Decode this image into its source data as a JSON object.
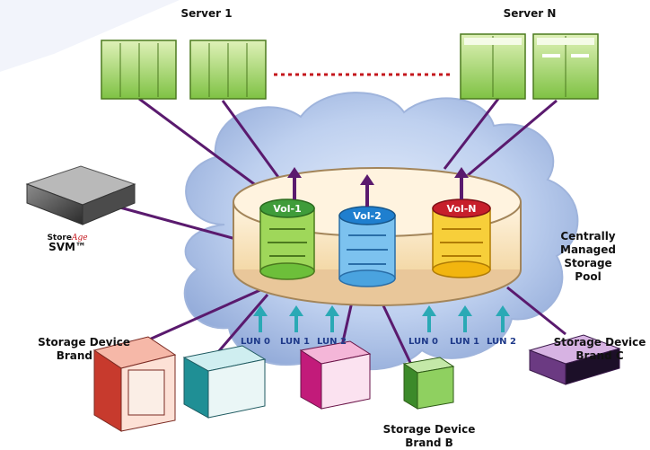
{
  "servers": {
    "first_label": "Server 1",
    "last_label": "Server N"
  },
  "svm": {
    "brand_store": "Store",
    "brand_age": "Age",
    "product": "SVM™"
  },
  "pool": {
    "label_line1": "Centrally",
    "label_line2": "Managed",
    "label_line3": "Storage",
    "label_line4": "Pool",
    "volumes": [
      "Vol-1",
      "Vol-2",
      "Vol-N"
    ]
  },
  "luns": {
    "left_group": [
      "LUN 0",
      "LUN 1",
      "LUN 2"
    ],
    "right_group": [
      "LUN 0",
      "LUN 1",
      "LUN 2"
    ]
  },
  "devices": {
    "brand_a_line1": "Storage Device",
    "brand_a_line2": "Brand",
    "brand_b_line1": "Storage Device",
    "brand_b_line2": "Brand B",
    "brand_c_line1": "Storage Device",
    "brand_c_line2": "Brand C"
  },
  "colors": {
    "cloud": "#b6c9ea",
    "connector": "#5a1a6e",
    "lun_arrow": "#2aa9b5",
    "server_green": "#8ccf4c",
    "vol1": "#6dbf3a",
    "vol2": "#4aa3df",
    "volN": "#f2b50f"
  }
}
